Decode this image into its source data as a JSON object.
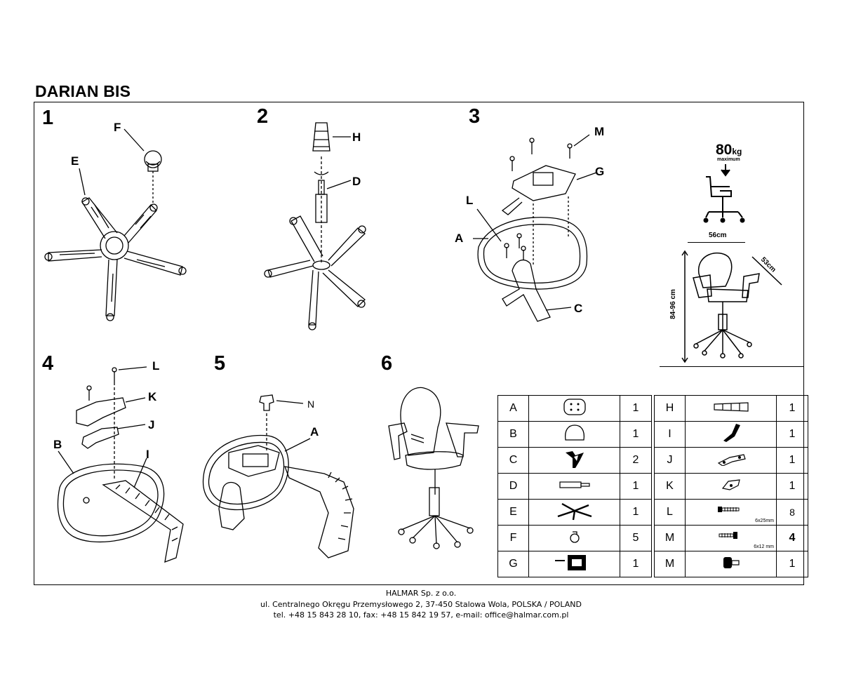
{
  "title": "DARIAN BIS",
  "steps": [
    "1",
    "2",
    "3",
    "4",
    "5",
    "6"
  ],
  "callouts": {
    "s1": {
      "f": "F",
      "e": "E"
    },
    "s2": {
      "h": "H",
      "d": "D"
    },
    "s3": {
      "m": "M",
      "g": "G",
      "l": "L",
      "a": "A",
      "c": "C"
    },
    "s4": {
      "l": "L",
      "k": "K",
      "j": "J",
      "b": "B",
      "i": "I"
    },
    "s5": {
      "n": "N",
      "a": "A"
    }
  },
  "specs": {
    "max_load": "80",
    "max_load_unit": "kg",
    "max_load_note": "maximum",
    "width": "56cm",
    "depth": "53cm",
    "height": "84-96 cm"
  },
  "parts_left": [
    {
      "letter": "A",
      "icon": "seat-shell-icon",
      "qty": "1"
    },
    {
      "letter": "B",
      "icon": "backrest-icon",
      "qty": "1"
    },
    {
      "letter": "C",
      "icon": "armrest-icon",
      "qty": "2"
    },
    {
      "letter": "D",
      "icon": "gas-lift-icon",
      "qty": "1"
    },
    {
      "letter": "E",
      "icon": "star-base-icon",
      "qty": "1"
    },
    {
      "letter": "F",
      "icon": "caster-icon",
      "qty": "5"
    },
    {
      "letter": "G",
      "icon": "mechanism-icon",
      "qty": "1"
    }
  ],
  "parts_right": [
    {
      "letter": "H",
      "icon": "cylinder-cover-icon",
      "qty": "1",
      "note": ""
    },
    {
      "letter": "I",
      "icon": "back-bar-icon",
      "qty": "1",
      "note": ""
    },
    {
      "letter": "J",
      "icon": "bracket-icon",
      "qty": "1",
      "note": ""
    },
    {
      "letter": "K",
      "icon": "clip-icon",
      "qty": "1",
      "note": ""
    },
    {
      "letter": "L",
      "icon": "screw-long-icon",
      "qty": "8",
      "note": "6x25mm"
    },
    {
      "letter": "M",
      "icon": "screw-short-icon",
      "qty": "4",
      "note": "6x12 mm"
    },
    {
      "letter": "M",
      "icon": "knob-icon",
      "qty": "1",
      "note": ""
    }
  ],
  "footer": {
    "company": "HALMAR Sp. z o.o.",
    "address": "ul. Centralnego Okręgu Przemysłowego 2, 37-450 Stalowa Wola, POLSKA / POLAND",
    "contact": "tel. +48 15 843 28 10, fax: +48 15 842 19 57, e-mail: office@halmar.com.pl"
  }
}
